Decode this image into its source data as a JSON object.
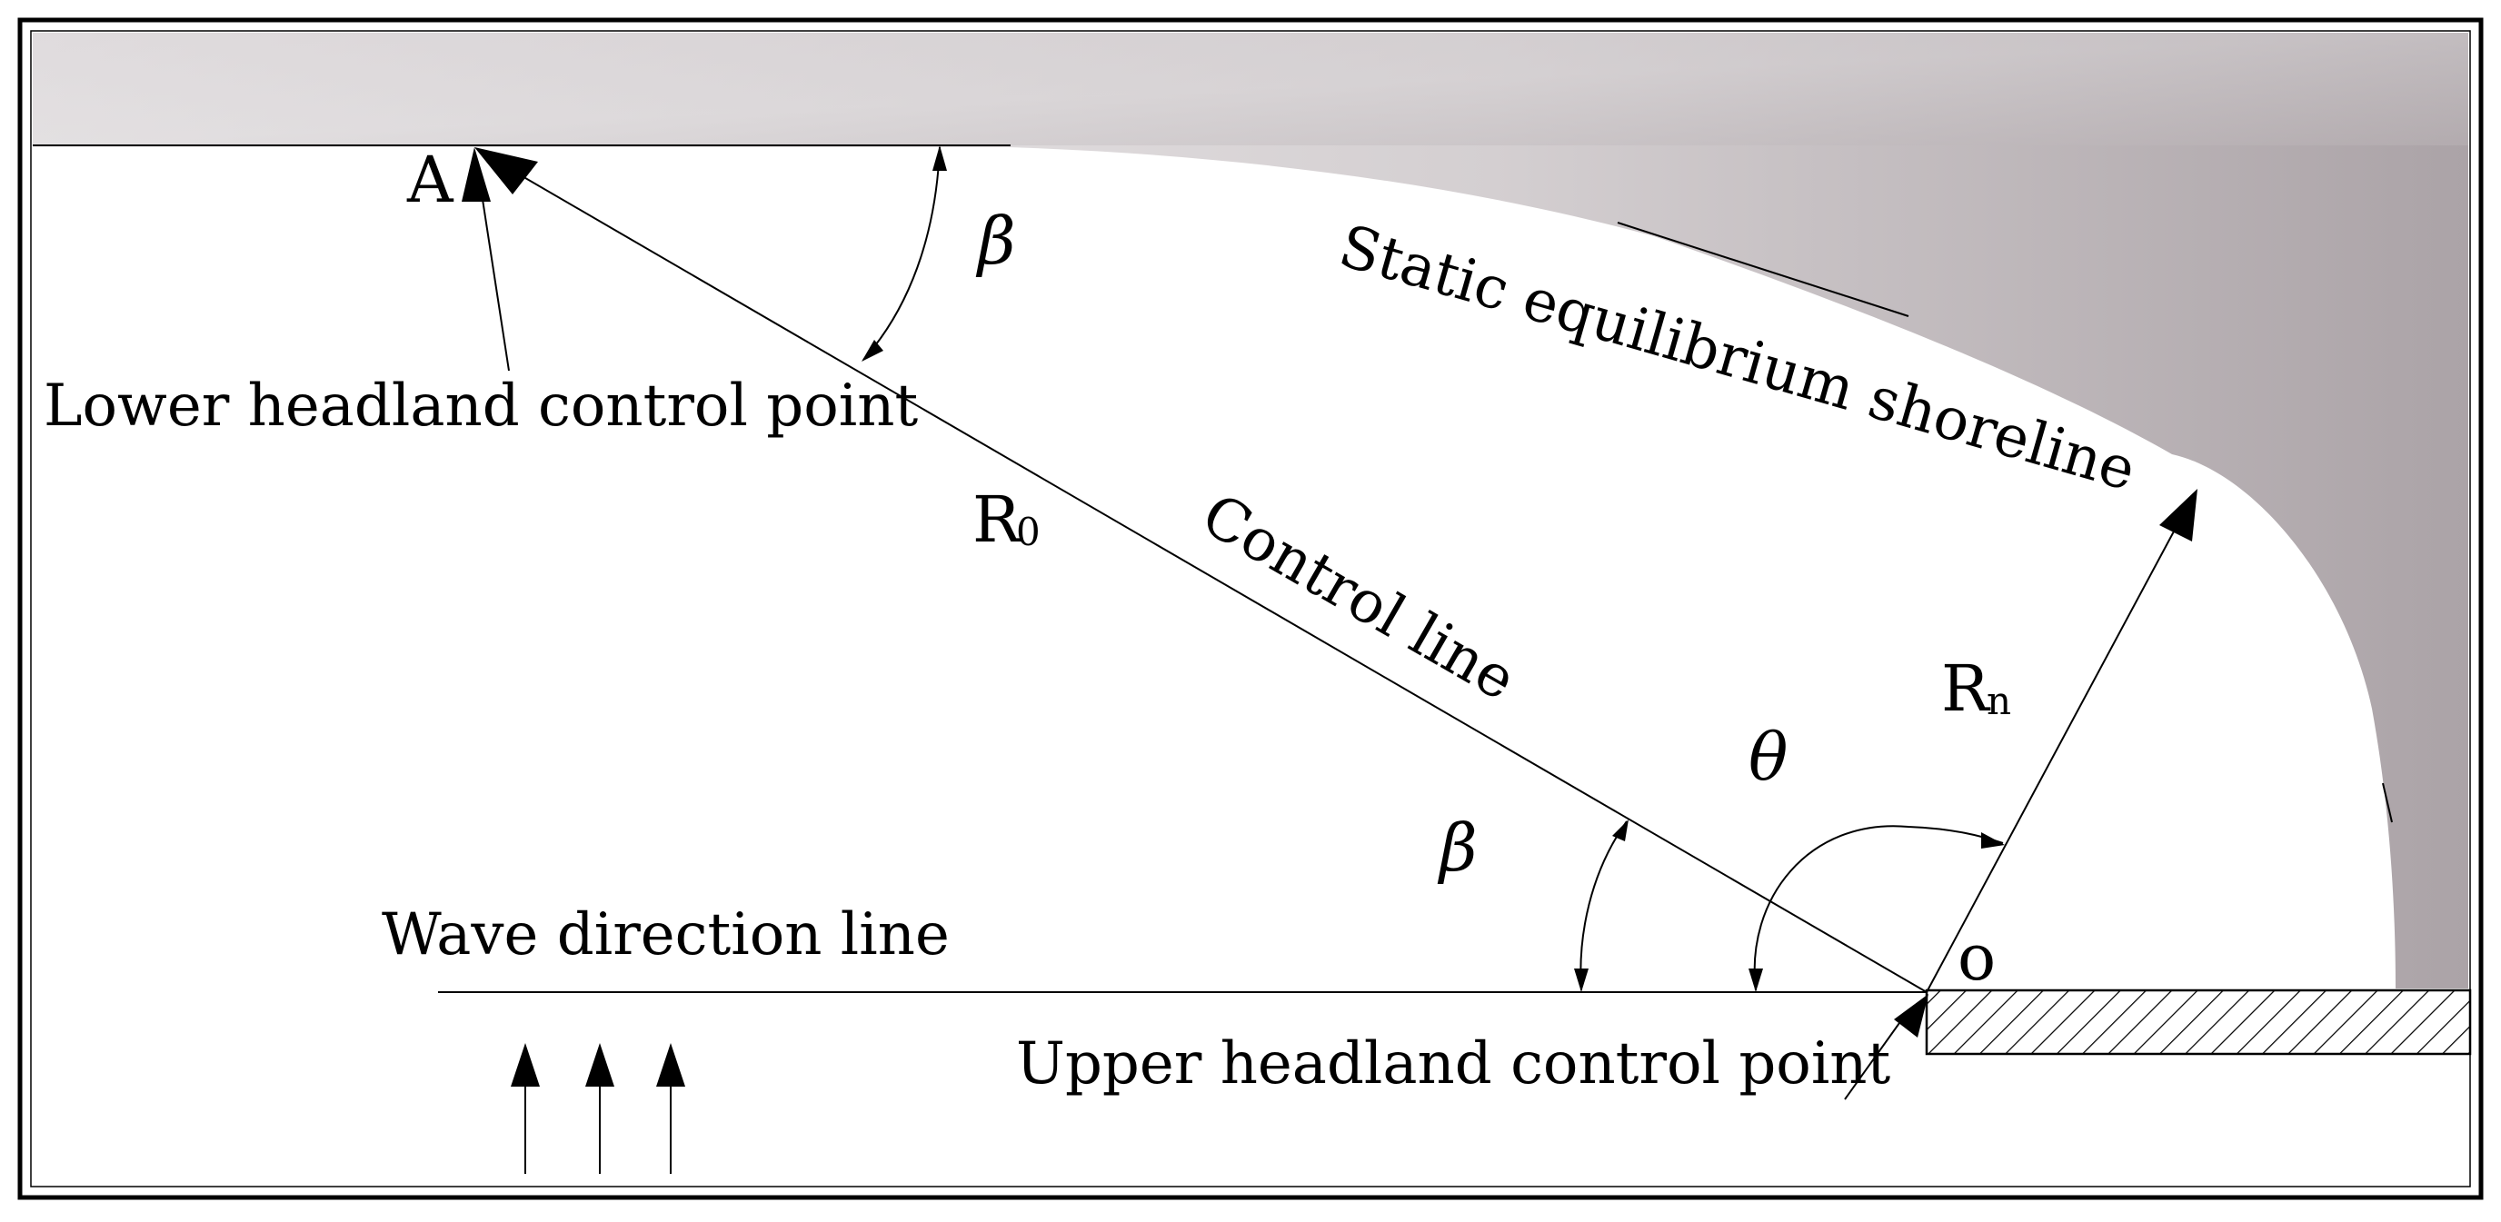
{
  "labels": {
    "point_a": "A",
    "lower_headland": "Lower headland control point",
    "static_shoreline": "Static equilibrium shoreline",
    "control_line": "Control line",
    "wave_direction": "Wave direction line",
    "upper_headland": "Upper headland control point",
    "point_o": "o",
    "r0_main": "R",
    "r0_sub": "0",
    "rn_main": "R",
    "rn_sub": "n",
    "beta_top": "β",
    "beta_bottom": "β",
    "theta": "θ"
  },
  "colors": {
    "frame": "#000000",
    "land_light": "#e9e6e8",
    "land_dark": "#b2aaae",
    "ink": "#000000",
    "water": "#ffffff"
  },
  "icons": {
    "wave_arrows": "up-arrow-icon",
    "pointer": "arrowhead-icon",
    "hatch": "breakwater-hatch"
  }
}
